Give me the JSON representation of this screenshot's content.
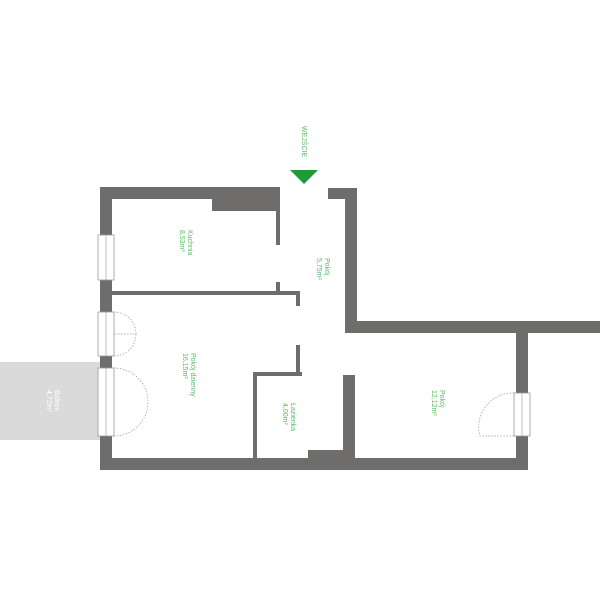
{
  "entrance": {
    "label": "WEJŚCIE",
    "arrow_color": "#1f9a3b"
  },
  "rooms": [
    {
      "name": "Kuchnia",
      "area": "8,53m²"
    },
    {
      "name": "Pokój",
      "area": "5,75m²"
    },
    {
      "name": "Pokój dzienny",
      "area": "16,15m²"
    },
    {
      "name": "Łazienka",
      "area": "4,00m²"
    },
    {
      "name": "Pokój",
      "area": "12,12m²"
    },
    {
      "name": "Balkon",
      "area": "4,72m²"
    }
  ],
  "colors": {
    "wall": "#6e6d6c",
    "label": "#5cb86a",
    "balcony": "#d9dad9"
  }
}
